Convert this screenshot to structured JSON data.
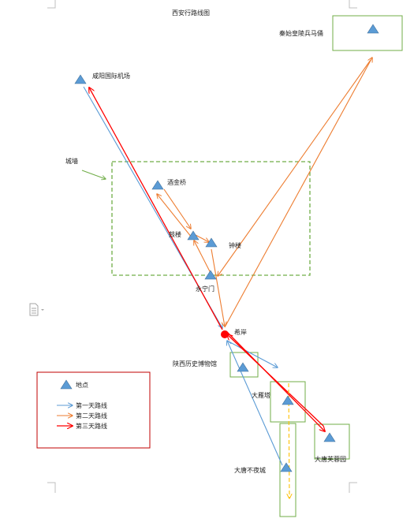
{
  "title": "西安行路线图",
  "places": {
    "terracotta": "秦始皇陵兵马俑",
    "airport": "咸阳国际机场",
    "city_wall": "城墙",
    "jiujinqiao": "酒金桥",
    "gulou": "鼓楼",
    "zhonglou": "钟楼",
    "yongningmen": "永宁门",
    "hotel": "希岸",
    "museum": "陕西历史博物馆",
    "big_goose": "大雁塔",
    "tang_paradise": "大唐芙蓉园",
    "tang_night": "大唐不夜城"
  },
  "legend": {
    "location": "地点",
    "day1": "第一天路线",
    "day2": "第二天路线",
    "day3": "第三天路线"
  },
  "colors": {
    "day1": "#5b9bd5",
    "day2": "#ed7d31",
    "day3": "#ff0000",
    "marker": "#5b9bd5",
    "box": "#70ad47",
    "dashed_route": "#ffc000",
    "legend_border": "#c00000"
  },
  "icons": {
    "location": "triangle-marker",
    "hotel": "red-dot-marker"
  }
}
